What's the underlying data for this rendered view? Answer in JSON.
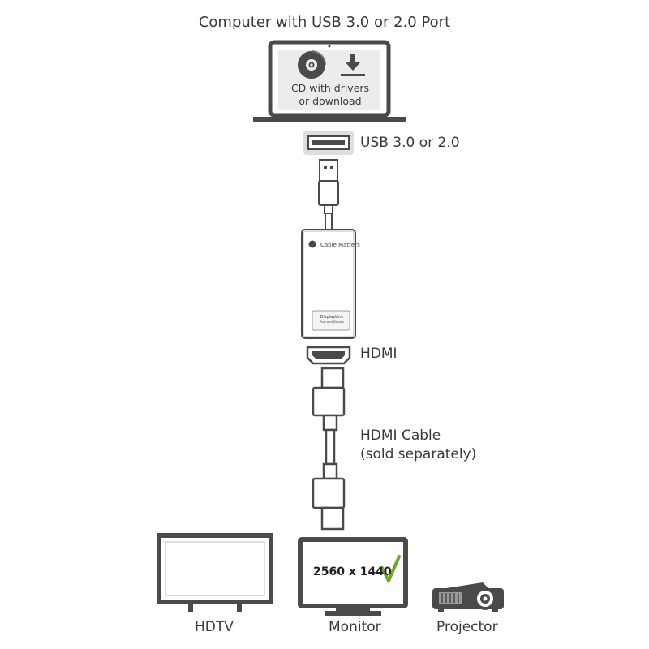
{
  "title": "Computer with USB 3.0 or 2.0 Port",
  "laptop": {
    "screen_text_line1": "CD with drivers",
    "screen_text_line2": "or download",
    "cd_icon": "cd-disc-icon",
    "download_icon": "download-arrow-icon"
  },
  "usb_port_label": "USB 3.0 or 2.0",
  "adapter": {
    "brand": "Cable Matters",
    "badge_line1": "DisplayLink",
    "badge_line2": "Plug and Display"
  },
  "hdmi_port_label": "HDMI",
  "hdmi_cable_label_line1": "HDMI Cable",
  "hdmi_cable_label_line2": "(sold separately)",
  "monitor": {
    "resolution": "2560 x 1440",
    "check_color": "#6aaa2a"
  },
  "displays": {
    "hdtv": "HDTV",
    "monitor": "Monitor",
    "projector": "Projector"
  },
  "colors": {
    "outline": "#4a4a4a",
    "fill_light": "#ececec",
    "text": "#3a3a3a"
  }
}
